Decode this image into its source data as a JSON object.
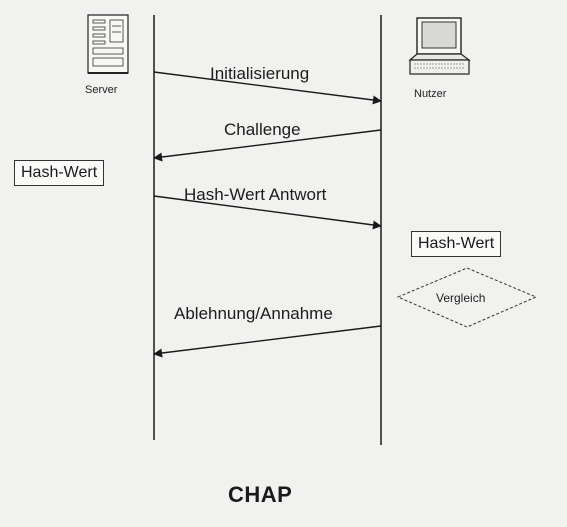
{
  "diagram": {
    "title": "CHAP",
    "actors": {
      "server": {
        "label": "Server",
        "icon": "server-tower-icon"
      },
      "client": {
        "label": "Nutzer",
        "icon": "laptop-icon"
      }
    },
    "messages": [
      {
        "label": "Initialisierung",
        "from": "server",
        "to": "client"
      },
      {
        "label": "Challenge",
        "from": "client",
        "to": "server"
      },
      {
        "label": "Hash-Wert Antwort",
        "from": "server",
        "to": "client"
      },
      {
        "label": "Ablehnung/Annahme",
        "from": "client",
        "to": "server"
      }
    ],
    "server_box": "Hash-Wert",
    "client_box": "Hash-Wert",
    "decision": "Vergleich"
  }
}
